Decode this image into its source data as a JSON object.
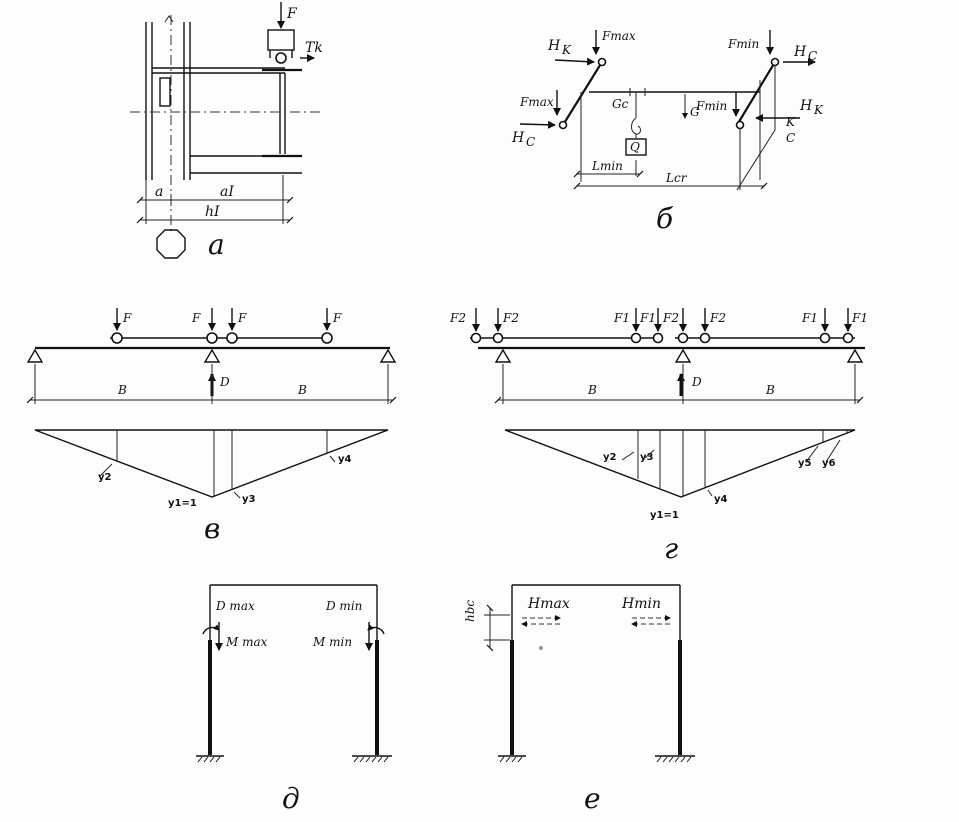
{
  "panels": {
    "a": {
      "caption": "а",
      "labels": {
        "F": "F",
        "Tk": "Tk",
        "a": "a",
        "a1": "aI",
        "h1": "hI"
      }
    },
    "b": {
      "caption": "б",
      "labels": {
        "Hk_left": "H",
        "Hk_left_sub": "K",
        "Fmax_top": "Fmax",
        "Fmax_left": "Fmax",
        "Hc_left": "H",
        "Hc_left_sub": "C",
        "Gc": "Gc",
        "G": "G",
        "Q": "Q",
        "Fmin_top": "Fmin",
        "Hc_right": "H",
        "Hc_right_sub": "C",
        "Fmin_mid": "Fmin",
        "Hk_right": "H",
        "Hk_right_sub": "K",
        "K": "K",
        "C": "C",
        "Lmin": "Lmin",
        "Lcr": "Lcr"
      }
    },
    "v": {
      "caption": "в",
      "forces": [
        "F",
        "F",
        "F",
        "F"
      ],
      "D": "D",
      "spans": [
        "B",
        "B"
      ],
      "ordinates": {
        "y1": "y1=1",
        "y2": "y2",
        "y3": "y3",
        "y4": "y4"
      }
    },
    "g": {
      "caption": "г",
      "forces": [
        "F2",
        "F2",
        "F1",
        "F1",
        "F2",
        "F2",
        "F1",
        "F1"
      ],
      "D": "D",
      "spans": [
        "B",
        "B"
      ],
      "ordinates": {
        "y1": "y1=1",
        "y2": "y2",
        "y3": "y3",
        "y4": "y4",
        "y5": "y5",
        "y6": "y6"
      }
    },
    "d": {
      "caption": "д",
      "labels": {
        "Dmax": "D max",
        "Dmin": "D min",
        "Mmax": "M max",
        "Mmin": "M min"
      }
    },
    "e": {
      "caption": "е",
      "labels": {
        "hbc": "hbc",
        "Hmax": "Hmax",
        "Hmin": "Hmin"
      }
    }
  }
}
